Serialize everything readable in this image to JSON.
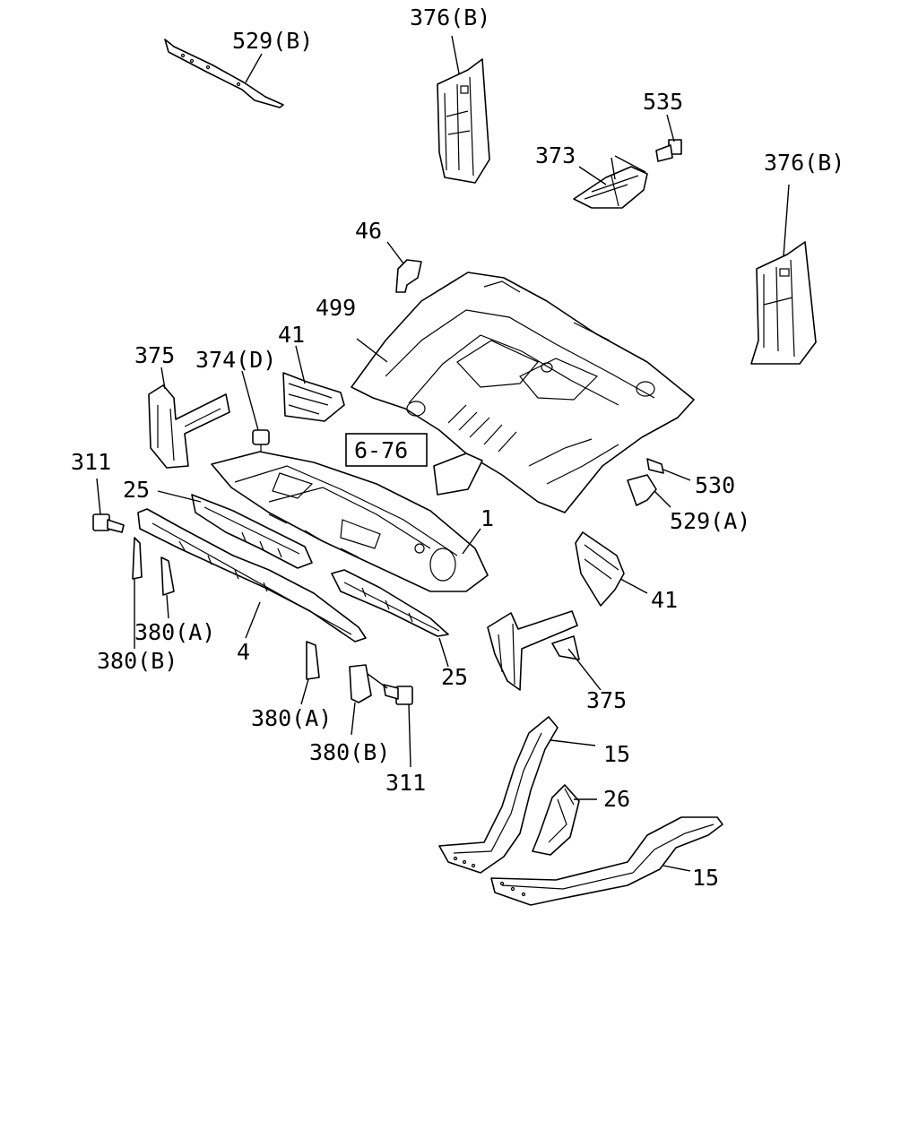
{
  "labels": {
    "l_529b": "529(B)",
    "l_376b_top": "376(B)",
    "l_535": "535",
    "l_373": "373",
    "l_376b_right": "376(B)",
    "l_46": "46",
    "l_499": "499",
    "l_41_left": "41",
    "l_375_left": "375",
    "l_374d": "374(D)",
    "l_ref": "6-76",
    "l_311_left": "311",
    "l_25_left": "25",
    "l_1": "1",
    "l_530": "530",
    "l_529a": "529(A)",
    "l_41_right": "41",
    "l_380a_left": "380(A)",
    "l_380b_left": "380(B)",
    "l_4": "4",
    "l_25_right": "25",
    "l_375_right": "375",
    "l_380a_mid": "380(A)",
    "l_380b_mid": "380(B)",
    "l_311_mid": "311",
    "l_15_top": "15",
    "l_26": "26",
    "l_15_bottom": "15"
  }
}
